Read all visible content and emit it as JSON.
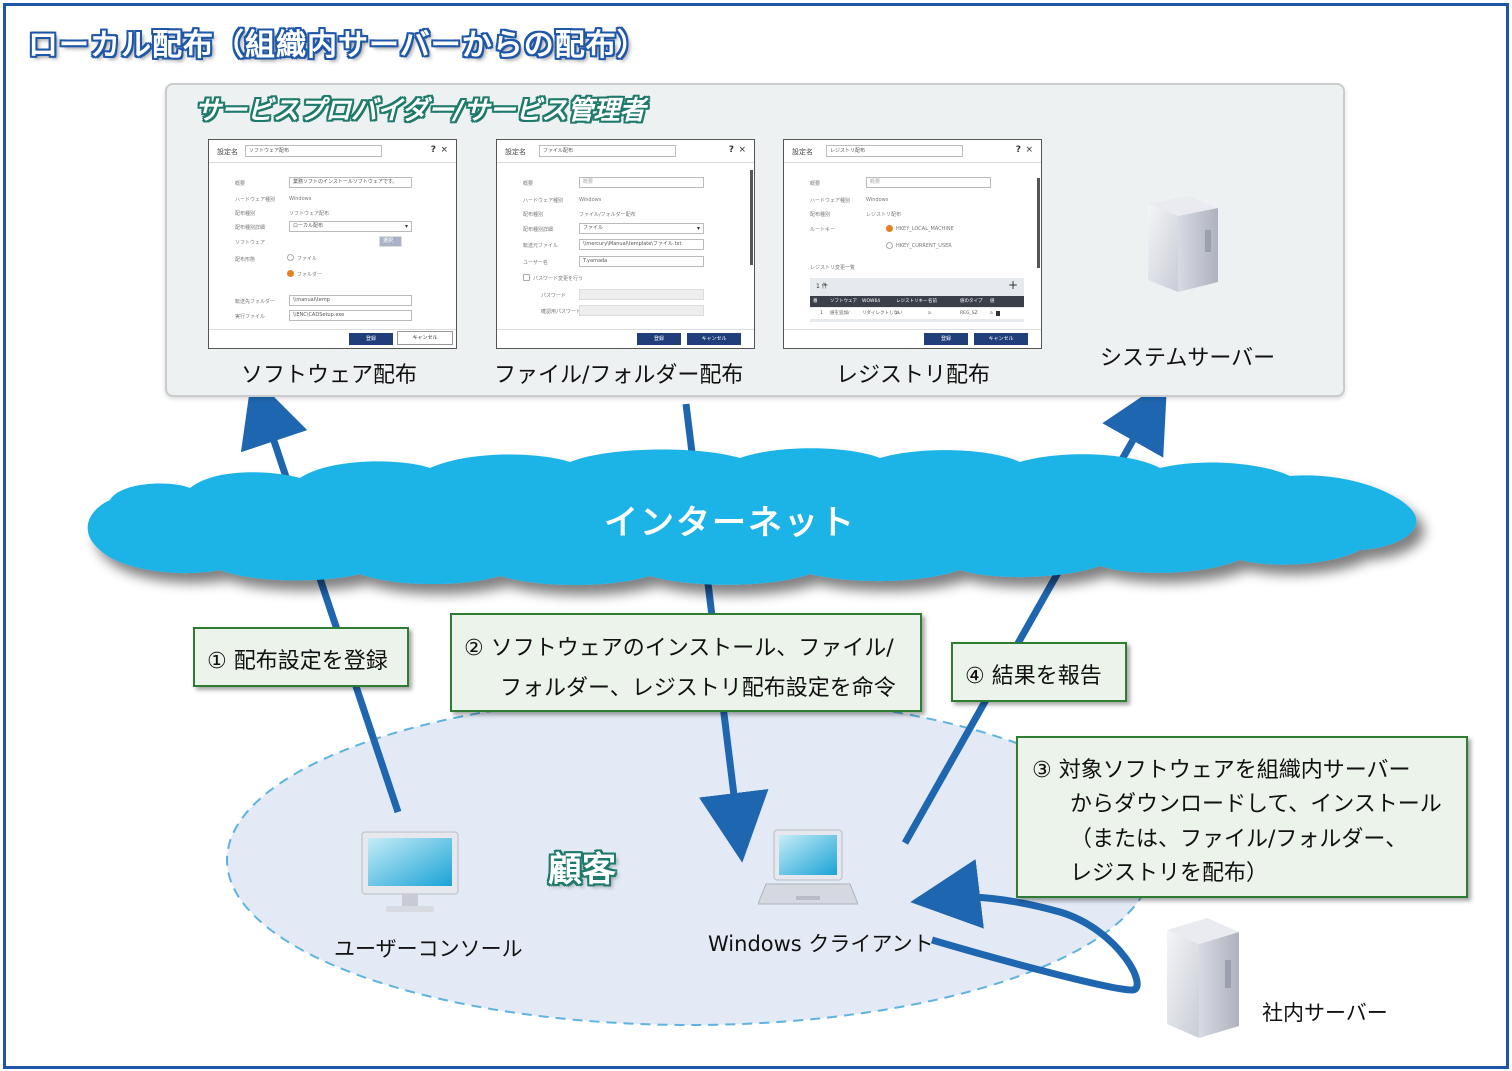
{
  "title": "ローカル配布（組織内サーバーからの配布）",
  "provider": {
    "title": "サービスプロバイダー/サービス管理者",
    "software_dialog": {
      "label": "設定名",
      "name": "ソフトウェア配布",
      "help": "?",
      "close": "×",
      "rows": [
        "概要",
        "ハードウェア種別",
        "配布種別",
        "配布種別詳細",
        "ソフトウェア",
        "配布形態",
        "転送先フォルダー",
        "実行ファイル"
      ],
      "summary": "業務ソフトのインストールソフトウェアです。",
      "hardware": "Windows",
      "dist_type": "ソフトウェア配布",
      "dist_detail": "ローカル配布",
      "select_btn": "選択",
      "opt_file": "ファイル",
      "opt_folder": "フォルダー",
      "dest": "\\\\manual\\temp",
      "exe": "\\\\ENC\\CADSetup.exe",
      "ok": "登録",
      "cancel": "キャンセル"
    },
    "file_dialog": {
      "label": "設定名",
      "name": "ファイル配布",
      "help": "?",
      "close": "×",
      "rows": [
        "概要",
        "ハードウェア種別",
        "配布種別",
        "配布種別詳細",
        "転送元ファイル",
        "ユーザー名",
        "パスワード変更を行う",
        "パスワード",
        "確認用パスワード"
      ],
      "summary": "概要",
      "hardware": "Windows",
      "dist_type": "ファイル/フォルダー配布",
      "dist_detail": "ファイル",
      "src": "\\\\mercury\\Manual\\template\\ファイル.txt",
      "user": "T.yamada",
      "ok": "登録",
      "cancel": "キャンセル"
    },
    "registry_dialog": {
      "label": "設定名",
      "name": "レジストリ配布",
      "help": "?",
      "close": "×",
      "rows": [
        "概要",
        "ハードウェア種別",
        "配布種別",
        "ルートキー",
        "レジストリ変更一覧"
      ],
      "summary": "概要",
      "hardware": "Windows",
      "dist_type": "レジストリ配布",
      "root1": "HKEY_LOCAL_MACHINE",
      "root2": "HKEY_CURRENT_USER",
      "count": "1 件",
      "add": "+",
      "columns": [
        "番",
        "ソフトウェア",
        "WOW64",
        "レジストリキー",
        "名前",
        "値のタイプ",
        "値"
      ],
      "row": [
        "1",
        "値を追加/",
        "リダイレクトしない",
        "a",
        "a",
        "REG_SZ",
        "a"
      ],
      "ok": "登録",
      "cancel": "キャンセル"
    },
    "labels": {
      "software": "ソフトウェア配布",
      "file": "ファイル/フォルダー配布",
      "registry": "レジストリ配布",
      "server": "システムサーバー"
    }
  },
  "internet": "インターネット",
  "steps": {
    "s1": "① 配布設定を登録",
    "s2_line1": "② ソフトウェアのインストール、ファイル/",
    "s2_line2": "フォルダー、レジストリ配布設定を命令",
    "s3_line1": "③ 対象ソフトウェアを組織内サーバー",
    "s3_line2": "からダウンロードして、インストール",
    "s3_line3": "（または、ファイル/フォルダー、",
    "s3_line4": "レジストリを配布）",
    "s4": "④ 結果を報告"
  },
  "customer": {
    "label": "顧客",
    "console": "ユーザーコンソール",
    "client": "Windows クライアント",
    "local_server": "社内サーバー"
  },
  "colors": {
    "frame": "#1f57a8",
    "cloud": "#1eb3e6",
    "arrow": "#1f66b0",
    "step_border": "#2e7d32",
    "customer_area": "#e3eaf6"
  }
}
